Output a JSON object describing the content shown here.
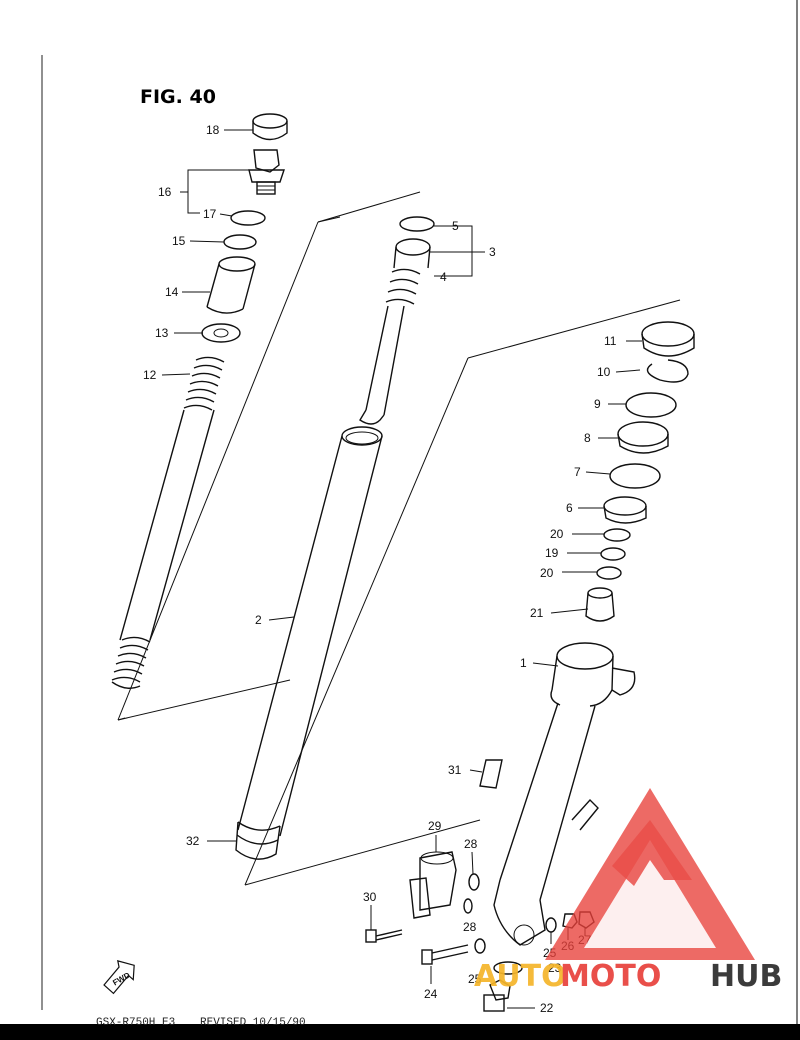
{
  "title": "FIG. 40",
  "fwd_label": "FWD",
  "footer_model": "GSX-R750H E3",
  "footer_revised": "REVISED 10/15/90",
  "watermark": {
    "auto": "AUTO",
    "moto": "MOTO",
    "hub": "HUB",
    "colors": {
      "red": "#e8413b",
      "yellow": "#f5b52a",
      "dark": "#2b2b2b"
    }
  },
  "callouts": {
    "p1": "1",
    "p2": "2",
    "p3": "3",
    "p4": "4",
    "p5": "5",
    "p6": "6",
    "p7": "7",
    "p8": "8",
    "p9": "9",
    "p10": "10",
    "p11": "11",
    "p12": "12",
    "p13": "13",
    "p14": "14",
    "p15": "15",
    "p16": "16",
    "p17": "17",
    "p18": "18",
    "p19": "19",
    "p20a": "20",
    "p20b": "20",
    "p21": "21",
    "p22": "22",
    "p23": "23",
    "p24": "24",
    "p25a": "25",
    "p25b": "25",
    "p26": "26",
    "p27": "27",
    "p28a": "28",
    "p28b": "28",
    "p29": "29",
    "p30": "30",
    "p31": "31",
    "p32": "32"
  }
}
